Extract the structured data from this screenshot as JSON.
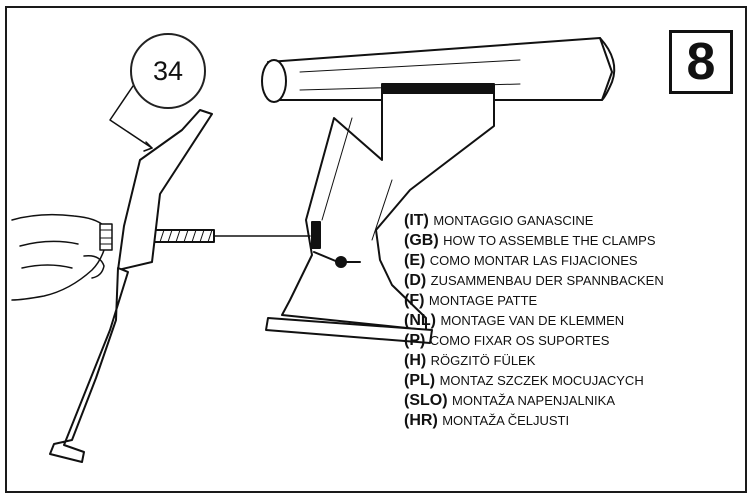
{
  "figure": {
    "number": "8",
    "part_callout": "34"
  },
  "legend": [
    {
      "code": "(IT)",
      "text": "MONTAGGIO GANASCINE"
    },
    {
      "code": "(GB)",
      "text": "HOW TO ASSEMBLE THE CLAMPS"
    },
    {
      "code": "(E)",
      "text": "COMO MONTAR LAS FIJACIONES"
    },
    {
      "code": "(D)",
      "text": "ZUSAMMENBAU DER SPANNBACKEN"
    },
    {
      "code": "(F)",
      "text": "MONTAGE PATTE"
    },
    {
      "code": "(NL)",
      "text": "MONTAGE VAN DE KLEMMEN"
    },
    {
      "code": "(P)",
      "text": "COMO FIXAR OS SUPORTES"
    },
    {
      "code": "(H)",
      "text": "RÖGZITÖ FÜLEK"
    },
    {
      "code": "(PL)",
      "text": "MONTAZ SZCZEK MOCUJACYCH"
    },
    {
      "code": "(SLO)",
      "text": "MONTAŽA NAPENJALNIKA"
    },
    {
      "code": "(HR)",
      "text": "MONTAŽA ČELJUSTI"
    }
  ]
}
